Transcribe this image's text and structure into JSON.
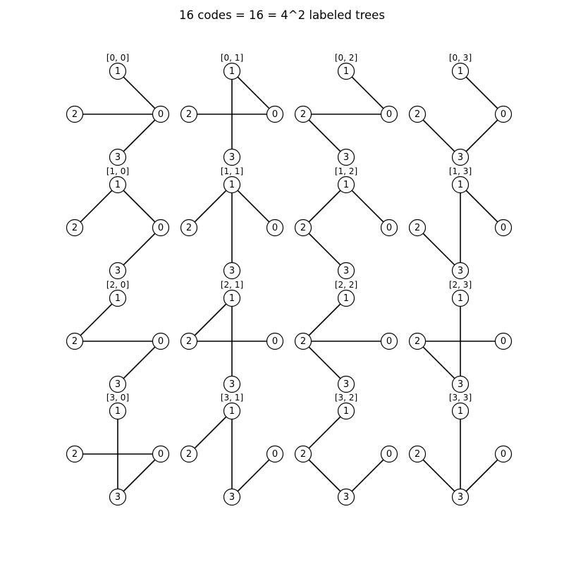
{
  "title": "16 codes = 16 = 4^2 labeled trees",
  "node_labels": [
    "0",
    "1",
    "2",
    "3"
  ],
  "trees": [
    {
      "code": "[0, 0]",
      "edges": [
        [
          1,
          0
        ],
        [
          2,
          0
        ],
        [
          3,
          0
        ]
      ]
    },
    {
      "code": "[0, 1]",
      "edges": [
        [
          2,
          0
        ],
        [
          3,
          1
        ],
        [
          1,
          0
        ]
      ]
    },
    {
      "code": "[0, 2]",
      "edges": [
        [
          1,
          0
        ],
        [
          3,
          2
        ],
        [
          2,
          0
        ]
      ]
    },
    {
      "code": "[0, 3]",
      "edges": [
        [
          1,
          0
        ],
        [
          2,
          3
        ],
        [
          3,
          0
        ]
      ]
    },
    {
      "code": "[1, 0]",
      "edges": [
        [
          2,
          1
        ],
        [
          3,
          0
        ],
        [
          1,
          0
        ]
      ]
    },
    {
      "code": "[1, 1]",
      "edges": [
        [
          2,
          1
        ],
        [
          3,
          1
        ],
        [
          1,
          0
        ]
      ]
    },
    {
      "code": "[1, 2]",
      "edges": [
        [
          3,
          2
        ],
        [
          2,
          1
        ],
        [
          1,
          0
        ]
      ]
    },
    {
      "code": "[1, 3]",
      "edges": [
        [
          2,
          3
        ],
        [
          3,
          1
        ],
        [
          1,
          0
        ]
      ]
    },
    {
      "code": "[2, 0]",
      "edges": [
        [
          1,
          2
        ],
        [
          3,
          0
        ],
        [
          2,
          0
        ]
      ]
    },
    {
      "code": "[2, 1]",
      "edges": [
        [
          3,
          1
        ],
        [
          1,
          2
        ],
        [
          2,
          0
        ]
      ]
    },
    {
      "code": "[2, 2]",
      "edges": [
        [
          1,
          2
        ],
        [
          3,
          2
        ],
        [
          2,
          0
        ]
      ]
    },
    {
      "code": "[2, 3]",
      "edges": [
        [
          1,
          3
        ],
        [
          3,
          2
        ],
        [
          2,
          0
        ]
      ]
    },
    {
      "code": "[3, 0]",
      "edges": [
        [
          1,
          3
        ],
        [
          2,
          0
        ],
        [
          3,
          0
        ]
      ]
    },
    {
      "code": "[3, 1]",
      "edges": [
        [
          2,
          1
        ],
        [
          1,
          3
        ],
        [
          3,
          0
        ]
      ]
    },
    {
      "code": "[3, 2]",
      "edges": [
        [
          1,
          2
        ],
        [
          2,
          3
        ],
        [
          3,
          0
        ]
      ]
    },
    {
      "code": "[3, 3]",
      "edges": [
        [
          1,
          3
        ],
        [
          2,
          3
        ],
        [
          3,
          0
        ]
      ]
    }
  ]
}
